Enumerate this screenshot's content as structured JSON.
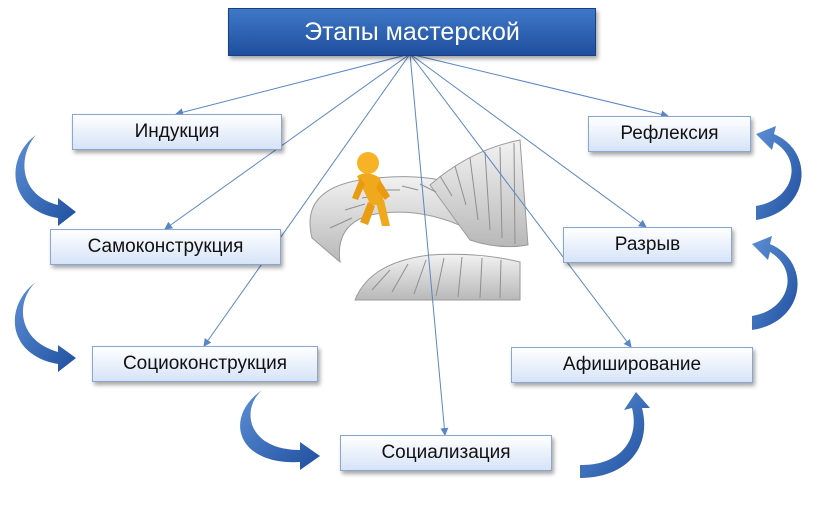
{
  "title": "Этапы мастерской",
  "stages": {
    "induction": "Индукция",
    "self_construction": "Самоконструкция",
    "socio_construction": "Социоконструкция",
    "socialization": "Социализация",
    "reflection": "Рефлексия",
    "break": "Разрыв",
    "display": "Афиширование"
  },
  "colors": {
    "title_bg": "#2b63b5",
    "box_fill": "#dbe6f7",
    "connector": "#5b86c4",
    "curved_arrow": "#2f62aa",
    "figure": "#f0a81c"
  }
}
